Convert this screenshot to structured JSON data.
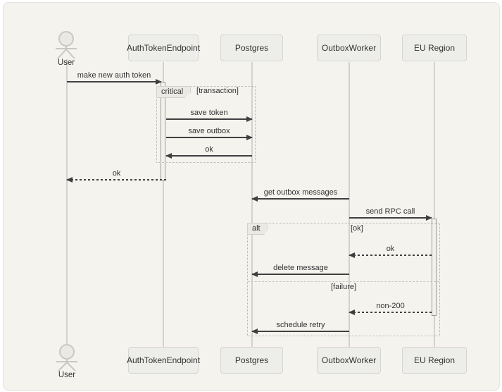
{
  "diagram": {
    "type": "uml-sequence-diagram",
    "participants": [
      {
        "name": "User",
        "kind": "actor"
      },
      {
        "name": "AuthTokenEndpoint",
        "kind": "participant"
      },
      {
        "name": "Postgres",
        "kind": "participant"
      },
      {
        "name": "OutboxWorker",
        "kind": "participant"
      },
      {
        "name": "EU Region",
        "kind": "participant"
      }
    ],
    "messages": [
      {
        "from": "User",
        "to": "AuthTokenEndpoint",
        "label": "make new auth token",
        "line": "solid"
      },
      {
        "from": "AuthTokenEndpoint",
        "to": "Postgres",
        "label": "save token",
        "line": "solid"
      },
      {
        "from": "AuthTokenEndpoint",
        "to": "Postgres",
        "label": "save outbox",
        "line": "solid"
      },
      {
        "from": "Postgres",
        "to": "AuthTokenEndpoint",
        "label": "ok",
        "line": "solid"
      },
      {
        "from": "AuthTokenEndpoint",
        "to": "User",
        "label": "ok",
        "line": "dashed"
      },
      {
        "from": "OutboxWorker",
        "to": "Postgres",
        "label": "get outbox messages",
        "line": "solid"
      },
      {
        "from": "OutboxWorker",
        "to": "EU Region",
        "label": "send RPC call",
        "line": "solid"
      },
      {
        "from": "EU Region",
        "to": "OutboxWorker",
        "label": "ok",
        "line": "dashed"
      },
      {
        "from": "OutboxWorker",
        "to": "Postgres",
        "label": "delete message",
        "line": "solid"
      },
      {
        "from": "EU Region",
        "to": "OutboxWorker",
        "label": "non-200",
        "line": "dashed"
      },
      {
        "from": "OutboxWorker",
        "to": "Postgres",
        "label": "schedule retry",
        "line": "solid"
      }
    ],
    "fragments": {
      "critical": {
        "operator": "critical",
        "guard": "[transaction]"
      },
      "alt": {
        "operator": "alt",
        "guard_ok": "[ok]",
        "guard_failure": "[failure]"
      }
    },
    "colors": {
      "panel_background": "#f5f3ee",
      "participant_fill": "#ededea",
      "participant_border": "#d6d5d0",
      "lifeline": "#d3d2cd",
      "message_line": "#3f3f3f",
      "text": "#333333",
      "frame_border": "#b5b4af"
    }
  }
}
